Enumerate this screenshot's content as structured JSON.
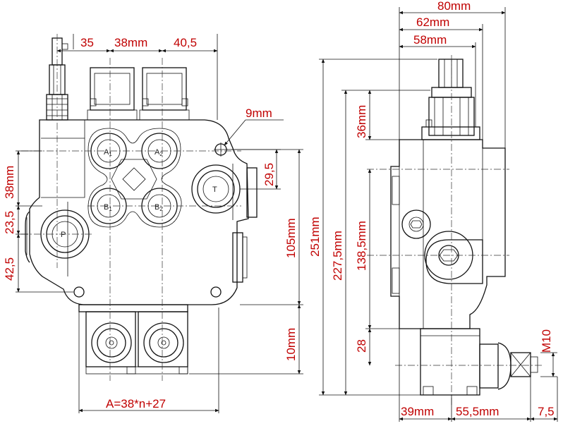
{
  "dimensions": {
    "top_left": [
      "35",
      "38mm",
      "40,5"
    ],
    "hole": "9mm",
    "left_vertical": [
      "38mm",
      "23,5",
      "42,5"
    ],
    "right_vertical_small": "29,5",
    "height_105": "105mm",
    "height_10": "10mm",
    "bottom_formula": "A=38*n+27",
    "overall_height": "251mm",
    "height_227": "227,5mm",
    "side_36": "36mm",
    "side_138": "138,5mm",
    "side_28": "28",
    "width_80": "80mm",
    "width_62": "62mm",
    "width_58": "58mm",
    "thread": "M10",
    "bottom_right": [
      "39mm",
      "55,5mm",
      "7,5"
    ]
  },
  "ports": [
    "A1",
    "A2",
    "B1",
    "B2",
    "T",
    "P"
  ]
}
